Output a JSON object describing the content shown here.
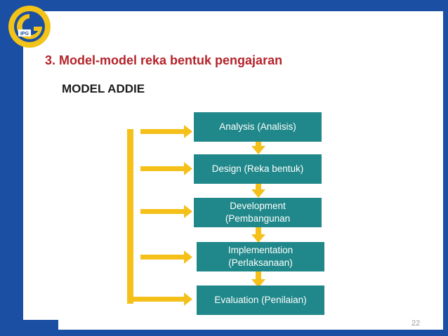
{
  "slide": {
    "title": "3. Model-model reka bentuk pengajaran",
    "subtitle": "MODEL ADDIE",
    "page_number": "22"
  },
  "diagram": {
    "steps": [
      {
        "label": "Analysis (Analisis)"
      },
      {
        "label": "Design (Reka bentuk)"
      },
      {
        "label": "Development\n(Pembangunan"
      },
      {
        "label": "Implementation\n(Perlaksanaan)"
      },
      {
        "label": "Evaluation (Penilaian)"
      }
    ]
  },
  "colors": {
    "frame": "#1b4fa3",
    "box": "#20888a",
    "arrow": "#f5c01a",
    "title": "#b4232a"
  },
  "icons": {
    "logo": "ipg-logo"
  }
}
